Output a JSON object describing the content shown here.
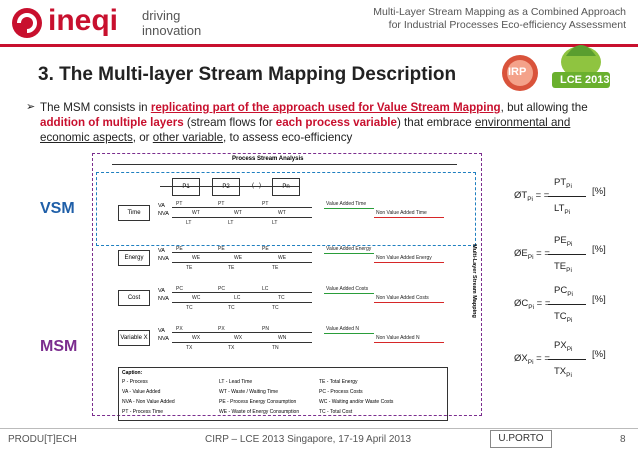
{
  "header": {
    "logo_word": "ineqi",
    "logo_tag1": "driving",
    "logo_tag2": "innovation",
    "title_line1": "Multi-Layer Stream Mapping as a Combined Approach",
    "title_line2": "for Industrial Processes Eco-efficiency Assessment"
  },
  "slide": {
    "title": "3. The Multi-layer Stream Mapping Description",
    "irp_label": "IRP",
    "lce_label": "LCE 2013"
  },
  "bullet": {
    "p1": "The MSM consists in ",
    "p2": "replicating part of the approach used for Value Stream Mapping",
    "p3": ", but allowing the ",
    "p4": "addition of multiple layers",
    "p5": " (stream flows for ",
    "p6": "each process variable",
    "p7": ") that embrace ",
    "p8": "environmental and economic aspects",
    "p9": ", or ",
    "p10": "other variable",
    "p11": ", to assess eco-efficiency"
  },
  "diagram": {
    "vsm_label": "VSM",
    "msm_label": "MSM",
    "psa": "Process Stream Analysis",
    "processes": [
      "P1",
      "P2",
      "(...)",
      "Pn"
    ],
    "vertical_label": "Multi-Layer Stream Mapping",
    "layers": [
      {
        "name": "Time",
        "va": "VA",
        "nva": "NVA",
        "p": [
          "PT",
          "PT",
          "PT"
        ],
        "w": [
          "WT",
          "WT",
          "WT"
        ],
        "l": [
          "LT",
          "LT",
          "LT"
        ],
        "added": "Value Added Time",
        "nonadded": "Non Value Added Time"
      },
      {
        "name": "Energy",
        "va": "VA",
        "nva": "NVA",
        "p": [
          "PE",
          "PE",
          "PE"
        ],
        "w": [
          "WE",
          "WE",
          "WE"
        ],
        "l": [
          "TE",
          "TE",
          "TE"
        ],
        "added": "Value Added Energy",
        "nonadded": "Non Value Added Energy"
      },
      {
        "name": "Cost",
        "va": "VA",
        "nva": "NVA",
        "p": [
          "PC",
          "PC",
          "LC"
        ],
        "w": [
          "WC",
          "LC",
          "TC"
        ],
        "l": [
          "TC",
          "TC",
          "TC"
        ],
        "added": "Value Added Costs",
        "nonadded": "Non Value Added Costs"
      },
      {
        "name": "Variable X",
        "va": "VA",
        "nva": "NVA",
        "p": [
          "PX",
          "PX",
          "PN"
        ],
        "w": [
          "WX",
          "WX",
          "WN"
        ],
        "l": [
          "TX",
          "TX",
          "TN"
        ],
        "added": "Value Added N",
        "nonadded": "Non Value Added N"
      }
    ],
    "caption_title": "Caption:",
    "caption_rows": [
      [
        "P - Process",
        "LT - Lead Time",
        "TE - Total Energy"
      ],
      [
        "VA - Value Added",
        "WT - Waste / Waiting Time",
        "PC - Process Costs"
      ],
      [
        "NVA - Non Value Added",
        "PE - Process Energy Consumption",
        "WC - Waiting and/or Waste Costs"
      ],
      [
        "PT - Process Time",
        "WE - Waste of Energy Consumption",
        "TC - Total Cost"
      ]
    ]
  },
  "formulas": [
    {
      "lhs": "ØT",
      "sub": "Pi",
      "num": "PT",
      "den": "LT",
      "unit": "[%]"
    },
    {
      "lhs": "ØE",
      "sub": "Pi",
      "num": "PE",
      "den": "TE",
      "unit": "[%]"
    },
    {
      "lhs": "ØC",
      "sub": "Pi",
      "num": "PC",
      "den": "TC",
      "unit": "[%]"
    },
    {
      "lhs": "ØX",
      "sub": "Pi",
      "num": "PX",
      "den": "TX",
      "unit": "[%]"
    }
  ],
  "footer": {
    "left": "PRODU[T]ECH",
    "center": "CIRP – LCE 2013 Singapore, 17-19 April 2013",
    "logo": "U.PORTO",
    "page": "8"
  },
  "colors": {
    "accent": "#c8102e",
    "vsm": "#1f7fc0",
    "msm": "#7b2d8e",
    "green": "#2a9d3a",
    "red": "#d62728"
  }
}
